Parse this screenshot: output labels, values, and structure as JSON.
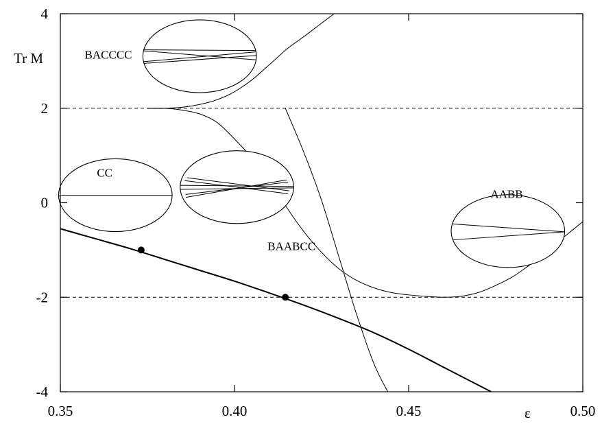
{
  "chart_data": {
    "type": "line",
    "title": "",
    "xlabel": "ε",
    "ylabel": "Tr M",
    "xlim": [
      0.35,
      0.5
    ],
    "ylim": [
      -4,
      4
    ],
    "xticks": [
      0.35,
      0.4,
      0.45,
      0.5
    ],
    "xtick_labels": [
      "0.35",
      "0.40",
      "0.45",
      "0.50"
    ],
    "yticks": [
      -4,
      -2,
      0,
      2,
      4
    ],
    "ytick_labels": [
      "-4",
      "-2",
      "0",
      "2",
      "4"
    ],
    "grid": false,
    "reference_lines": [
      {
        "y": 2,
        "style": "dashed"
      },
      {
        "y": -2,
        "style": "dashed"
      }
    ],
    "series": [
      {
        "id": "bacccc",
        "stroke_width": 1,
        "x": [
          0.375,
          0.38,
          0.385,
          0.39,
          0.395,
          0.4,
          0.405,
          0.41,
          0.415,
          0.42,
          0.425,
          0.4286
        ],
        "y": [
          2.0,
          2.0,
          2.02,
          2.08,
          2.18,
          2.35,
          2.6,
          2.92,
          3.25,
          3.52,
          3.8,
          4.0
        ]
      },
      {
        "id": "baabcc",
        "stroke_width": 1,
        "x": [
          0.375,
          0.38,
          0.385,
          0.39,
          0.395,
          0.4,
          0.405,
          0.41,
          0.415,
          0.42,
          0.425,
          0.43,
          0.435,
          0.44,
          0.445,
          0.45,
          0.455,
          0.46,
          0.465,
          0.47,
          0.475,
          0.48,
          0.485,
          0.49,
          0.495,
          0.5
        ],
        "y": [
          2.0,
          2.0,
          1.96,
          1.88,
          1.7,
          1.35,
          0.95,
          0.5,
          -0.1,
          -0.62,
          -1.05,
          -1.4,
          -1.64,
          -1.8,
          -1.9,
          -1.95,
          -1.98,
          -2.0,
          -1.98,
          -1.9,
          -1.75,
          -1.56,
          -1.3,
          -1.0,
          -0.7,
          -0.4
        ]
      },
      {
        "id": "steep",
        "stroke_width": 1,
        "x": [
          0.4146,
          0.42,
          0.425,
          0.43,
          0.435,
          0.44,
          0.444
        ],
        "y": [
          2.0,
          1.05,
          0.05,
          -1.15,
          -2.35,
          -3.4,
          -4.0
        ]
      },
      {
        "id": "cc",
        "stroke_width": 2,
        "x": [
          0.35,
          0.36,
          0.37,
          0.38,
          0.39,
          0.4,
          0.41,
          0.42,
          0.43,
          0.44,
          0.45,
          0.46,
          0.4737
        ],
        "y": [
          -0.55,
          -0.76,
          -0.97,
          -1.2,
          -1.43,
          -1.66,
          -1.91,
          -2.17,
          -2.45,
          -2.75,
          -3.1,
          -3.48,
          -4.0
        ]
      }
    ],
    "markers": [
      {
        "x": 0.3732,
        "y": -1.0
      },
      {
        "x": 0.4146,
        "y": -2.0
      }
    ],
    "annotations": [
      {
        "id": "bacccc",
        "text": "BACCCC",
        "x": 0.357,
        "y": 3.05
      },
      {
        "id": "cc",
        "text": "CC",
        "x": 0.3605,
        "y": 0.55
      },
      {
        "id": "baabcc",
        "text": "BAABCC",
        "x": 0.4095,
        "y": -1.0
      },
      {
        "id": "aabb",
        "text": "AABB",
        "x": 0.4735,
        "y": 0.1
      }
    ],
    "insets": [
      {
        "id": "bacccc",
        "cx": 0.39,
        "cy": 3.1,
        "rx": 0.0163,
        "ry": 1.54,
        "chords": [
          [
            [
              -1,
              0.18
            ],
            [
              1,
              0.16
            ]
          ],
          [
            [
              -1,
              0.15
            ],
            [
              1,
              -0.1
            ]
          ],
          [
            [
              -1,
              -0.15
            ],
            [
              1,
              0.12
            ]
          ],
          [
            [
              -1,
              -0.2
            ],
            [
              1,
              0.02
            ]
          ]
        ]
      },
      {
        "id": "cc",
        "cx": 0.3658,
        "cy": 0.16,
        "rx": 0.0163,
        "ry": 1.54,
        "chords": [
          [
            [
              -1,
              0.0
            ],
            [
              1,
              0.0
            ]
          ]
        ]
      },
      {
        "id": "baabcc",
        "cx": 0.4007,
        "cy": 0.33,
        "rx": 0.0163,
        "ry": 1.54,
        "chords": [
          [
            [
              -1,
              0.05
            ],
            [
              1,
              0.02
            ]
          ],
          [
            [
              -1,
              -0.06
            ],
            [
              1,
              -0.02
            ]
          ],
          [
            [
              -0.88,
              0.26
            ],
            [
              0.92,
              -0.1
            ]
          ],
          [
            [
              -0.9,
              -0.2
            ],
            [
              0.9,
              0.14
            ]
          ],
          [
            [
              -0.92,
              0.18
            ],
            [
              0.9,
              -0.18
            ]
          ],
          [
            [
              -0.9,
              -0.28
            ],
            [
              0.88,
              0.2
            ]
          ]
        ]
      },
      {
        "id": "aabb",
        "cx": 0.4785,
        "cy": -0.6,
        "rx": 0.0163,
        "ry": 1.54,
        "chords": [
          [
            [
              -1.0,
              0.2
            ],
            [
              1.0,
              -0.02
            ]
          ],
          [
            [
              -1.0,
              -0.25
            ],
            [
              1.0,
              -0.02
            ]
          ]
        ]
      }
    ]
  }
}
